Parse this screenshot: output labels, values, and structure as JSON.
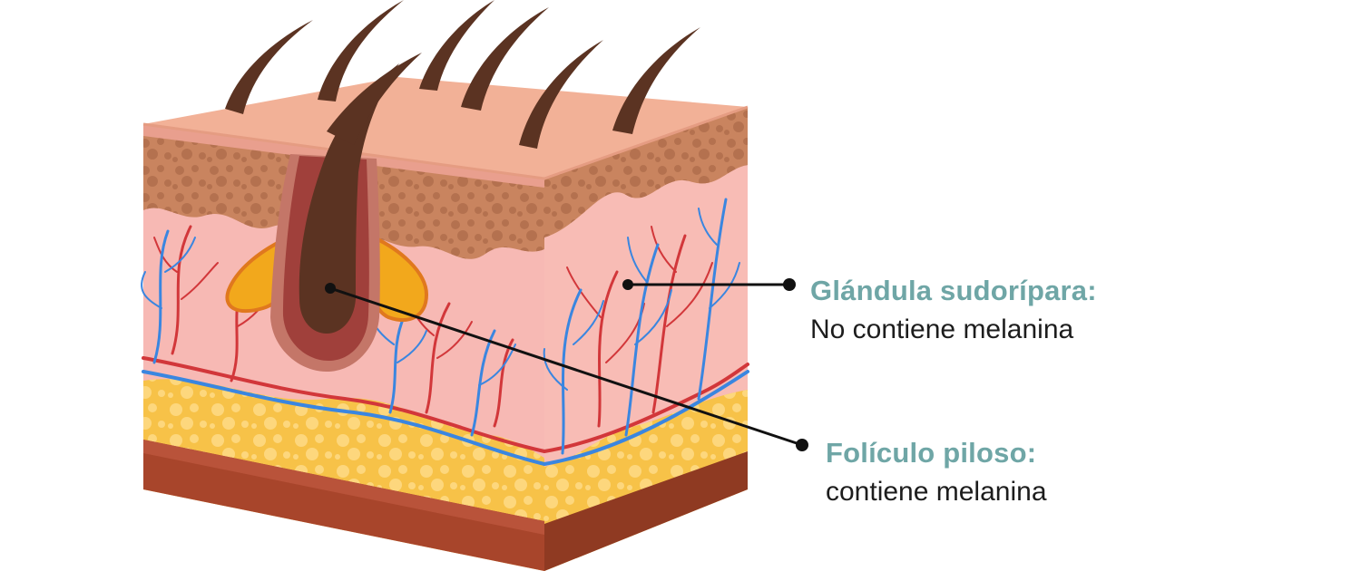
{
  "callouts": {
    "gland": {
      "title": "Glándula sudorípara:",
      "text": "No contiene melanina"
    },
    "follicle": {
      "title": "Folículo piloso:",
      "text": "contiene melanina"
    }
  },
  "colors": {
    "title_teal": "#6fa6a6",
    "text": "#1d1d1d",
    "skin_top": "#f2b197",
    "epidermis": "#c9845f",
    "dermis": "#f7b9b4",
    "fat": "#f7c248",
    "muscle": "#a8452b",
    "hair": "#5b3322",
    "vein_blue": "#3a86e0",
    "artery_red": "#d2373a",
    "leader_line": "#111111"
  },
  "icons": {
    "skin": "skin-cross-section-illustration",
    "hair": "hair-strand-icon",
    "pointer": "leader-dot-icon"
  }
}
